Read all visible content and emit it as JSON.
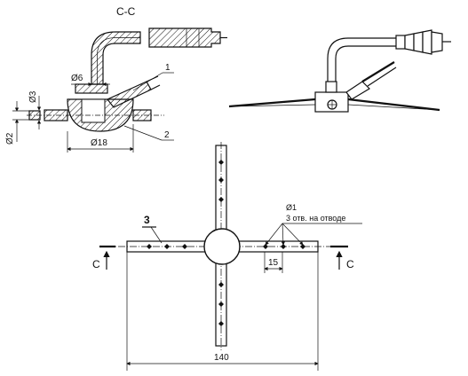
{
  "section": {
    "title": "С-С",
    "callout_1": "1",
    "callout_2": "2",
    "dim_d6": "Ø6",
    "dim_d3": "Ø3",
    "dim_d2": "Ø2",
    "dim_d18": "Ø18"
  },
  "plan": {
    "callout_3": "3",
    "hole_dia": "Ø1",
    "hole_note": "3 отв. на отводе",
    "spacing": "15",
    "span": "140",
    "cut_left": "С",
    "cut_right": "С"
  }
}
